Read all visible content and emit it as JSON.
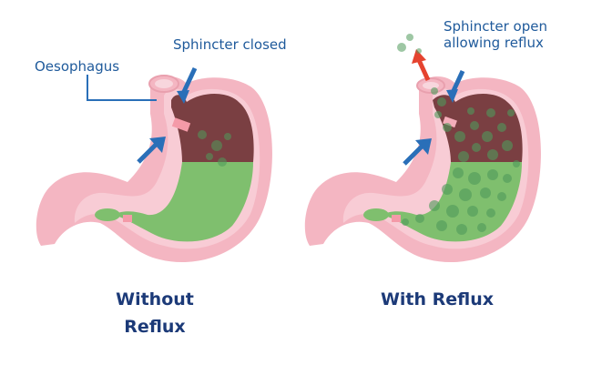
{
  "labels": {
    "oesophagus": "Oesophagus",
    "sphincter_closed": "Sphincter closed",
    "sphincter_open_line1": "Sphincter open",
    "sphincter_open_line2": "allowing reflux"
  },
  "captions": {
    "left_line1": "Without",
    "left_line2": "Reflux",
    "right": "With Reflux"
  },
  "colors": {
    "stomach_outer": "#f4b6c2",
    "stomach_wall": "#f8ccd5",
    "stomach_inner_dark": "#7a3f42",
    "acid": "#7fbf6e",
    "bubbles": "#4f9a5b",
    "arrow_blue": "#2a6fb8",
    "arrow_red": "#e5432f",
    "caption": "#1c3a78",
    "label": "#1f5a9b"
  },
  "icons": {
    "pressure_arrow": "arrow-icon",
    "reflux_arrow": "red-arrow-icon"
  }
}
